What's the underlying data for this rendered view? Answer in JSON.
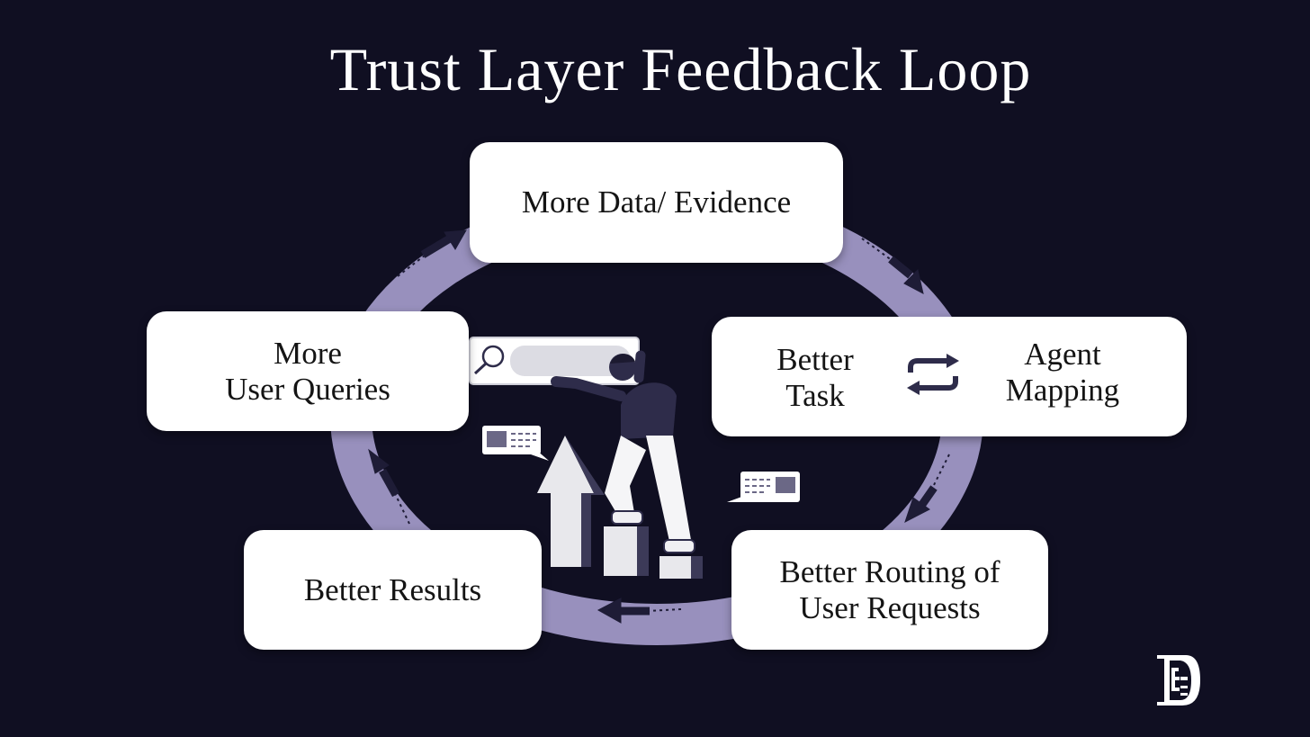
{
  "title": "Trust Layer Feedback Loop",
  "nodes": {
    "top": {
      "lines": [
        "More Data/ Evidence"
      ]
    },
    "left": {
      "lines": [
        "More",
        "User Queries"
      ]
    },
    "right": {
      "left_lines": [
        "Better",
        "Task"
      ],
      "right_lines": [
        "Agent",
        "Mapping"
      ],
      "icon": "swap-cycle-icon"
    },
    "bottom_right": {
      "lines": [
        "Better Routing of",
        "User Requests"
      ]
    },
    "bottom_left": {
      "lines": [
        "Better Results"
      ]
    }
  },
  "colors": {
    "background": "#100f22",
    "ring": "#9890bd",
    "box": "#ffffff",
    "arrow": "#1e1c36",
    "figure": "#2e2c4a"
  },
  "illustration": "person-climbing-growth-arrow-with-search-bar",
  "logo": "monogram-logo"
}
